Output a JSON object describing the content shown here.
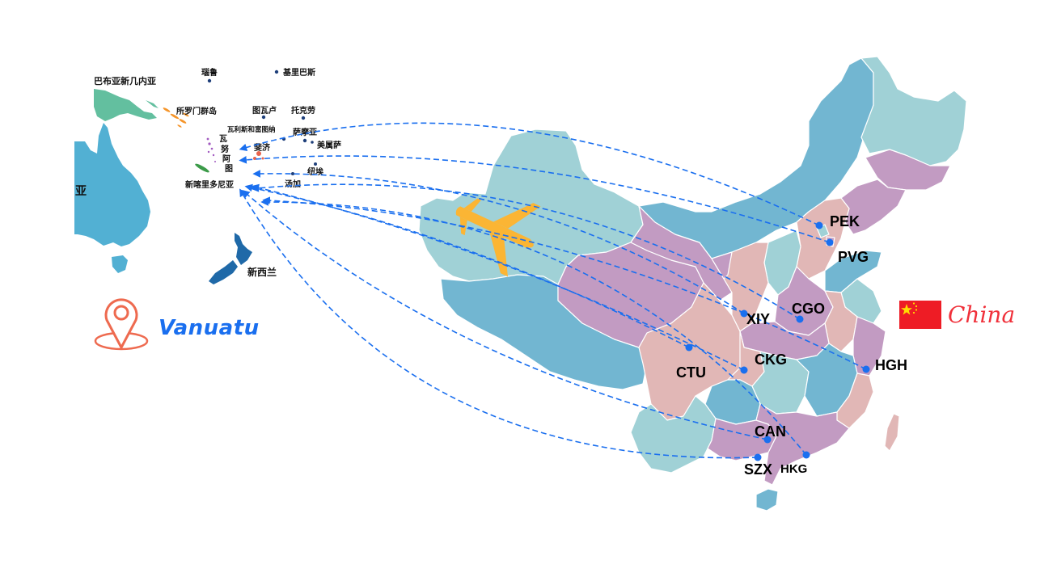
{
  "title": "Vanuatu – China flight routes map",
  "colors": {
    "route": "#1a6fef",
    "airport_dot": "#1a6fef",
    "province_teal": "#a0d1d6",
    "province_blue": "#72b6d1",
    "province_purple": "#c29bc2",
    "province_pink": "#e1b7b6",
    "australia": "#52b0d3",
    "png": "#63bf9f",
    "new_zealand": "#1f69a8",
    "plane": "#fbb534",
    "vanuatu_text": "#1a6fef",
    "pin": "#ee6a4f",
    "china_text": "#f0303a",
    "flag_red": "#ee1c25",
    "flag_star": "#ffde00"
  },
  "pacific_labels": [
    {
      "id": "png",
      "text": "巴布亚新几内亚"
    },
    {
      "id": "nauru",
      "text": "瑙鲁"
    },
    {
      "id": "kiribati",
      "text": "基里巴斯"
    },
    {
      "id": "solomon",
      "text": "所罗门群岛"
    },
    {
      "id": "tuvalu",
      "text": "图瓦卢"
    },
    {
      "id": "tokelau",
      "text": "托克劳"
    },
    {
      "id": "wallis",
      "text": "瓦利斯和富图纳"
    },
    {
      "id": "samoa",
      "text": "萨摩亚"
    },
    {
      "id": "amsamoa",
      "text": "美属萨"
    },
    {
      "id": "fiji",
      "text": "斐济"
    },
    {
      "id": "niue",
      "text": "纽埃"
    },
    {
      "id": "tonga",
      "text": "汤加"
    },
    {
      "id": "newcal",
      "text": "新喀里多尼亚"
    },
    {
      "id": "australia",
      "text": "亚"
    },
    {
      "id": "nz",
      "text": "新西兰"
    },
    {
      "id": "vanuatu_v1",
      "text": "瓦"
    },
    {
      "id": "vanuatu_v2",
      "text": "努"
    },
    {
      "id": "vanuatu_v3",
      "text": "阿"
    },
    {
      "id": "vanuatu_v4",
      "text": "图"
    }
  ],
  "airports": [
    {
      "code": "PEK"
    },
    {
      "code": "PVG"
    },
    {
      "code": "CGO"
    },
    {
      "code": "XIY"
    },
    {
      "code": "HGH"
    },
    {
      "code": "CTU"
    },
    {
      "code": "CKG"
    },
    {
      "code": "CAN"
    },
    {
      "code": "SZX"
    },
    {
      "code": "HKG"
    }
  ],
  "routes": [
    {
      "from": "PEK",
      "to": "Vanuatu"
    },
    {
      "from": "PVG",
      "to": "Vanuatu"
    },
    {
      "from": "CGO",
      "to": "Vanuatu"
    },
    {
      "from": "XIY",
      "to": "Vanuatu"
    },
    {
      "from": "HGH",
      "to": "Vanuatu"
    },
    {
      "from": "CTU",
      "to": "Vanuatu"
    },
    {
      "from": "CKG",
      "to": "Vanuatu"
    },
    {
      "from": "CAN",
      "to": "Vanuatu"
    },
    {
      "from": "SZX",
      "to": "Vanuatu"
    },
    {
      "from": "HKG",
      "to": "Vanuatu"
    }
  ],
  "legend": {
    "origin_label": "Vanuatu",
    "origin_icon": "location-pin-icon",
    "destination_label": "China",
    "destination_icon": "china-flag-icon"
  }
}
